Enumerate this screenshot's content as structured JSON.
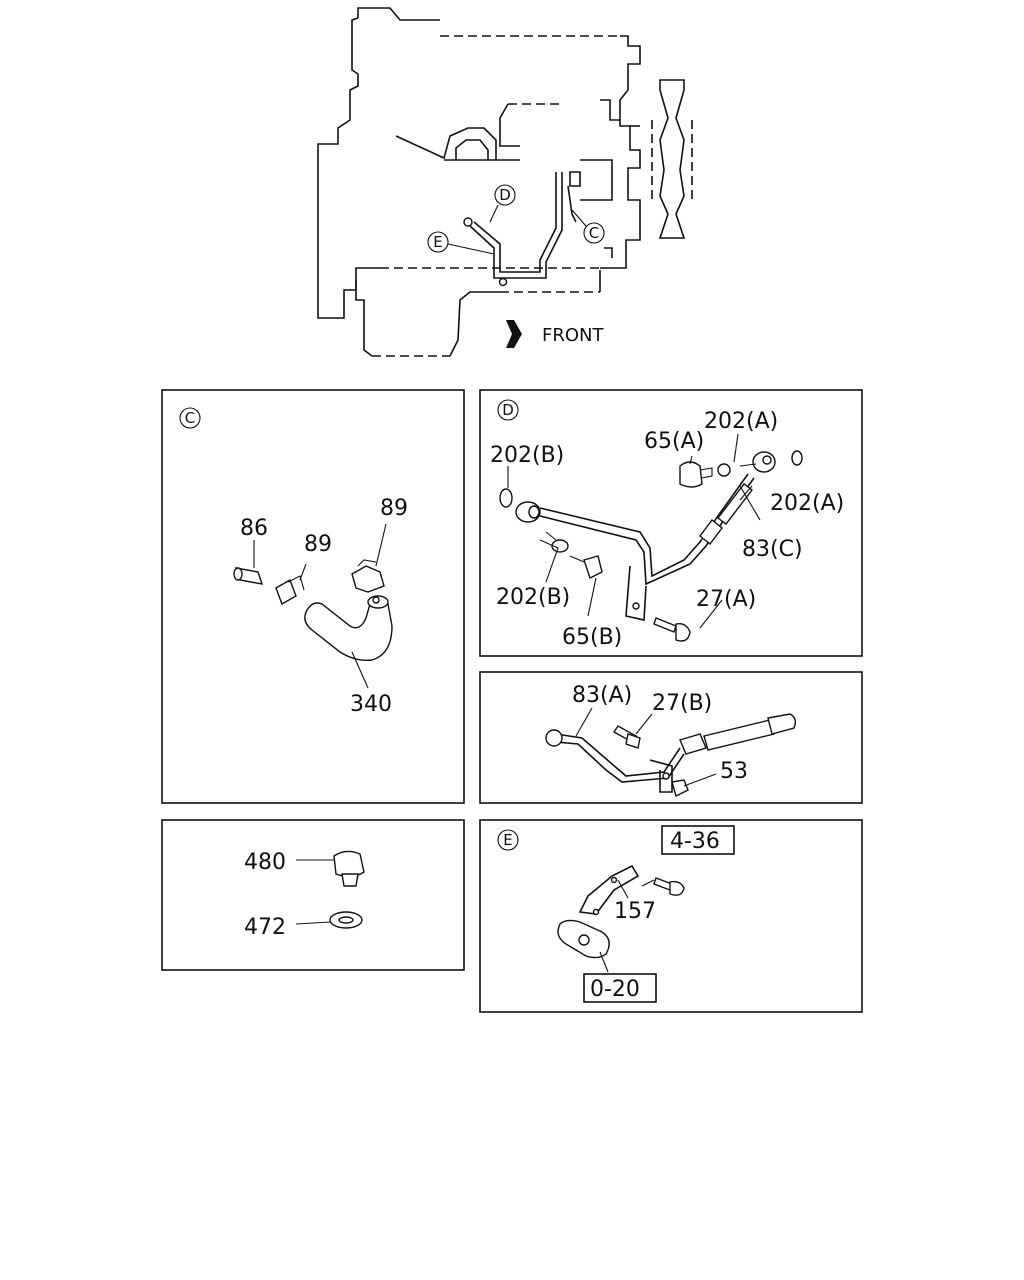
{
  "overview": {
    "front_label": "FRONT",
    "callouts": [
      "D",
      "E",
      "C"
    ]
  },
  "panels": {
    "C": {
      "marker": "C",
      "labels": [
        "86",
        "89",
        "89",
        "340"
      ]
    },
    "D": {
      "marker": "D",
      "labels": [
        "202(A)",
        "65(A)",
        "202(B)",
        "202(A)",
        "83(C)",
        "202(B)",
        "27(A)",
        "65(B)"
      ]
    },
    "A": {
      "labels": [
        "83(A)",
        "27(B)",
        "53"
      ]
    },
    "plug": {
      "labels": [
        "480",
        "472"
      ]
    },
    "E": {
      "marker": "E",
      "labels": [
        "157"
      ],
      "refs": [
        "4-36",
        "0-20"
      ]
    }
  }
}
